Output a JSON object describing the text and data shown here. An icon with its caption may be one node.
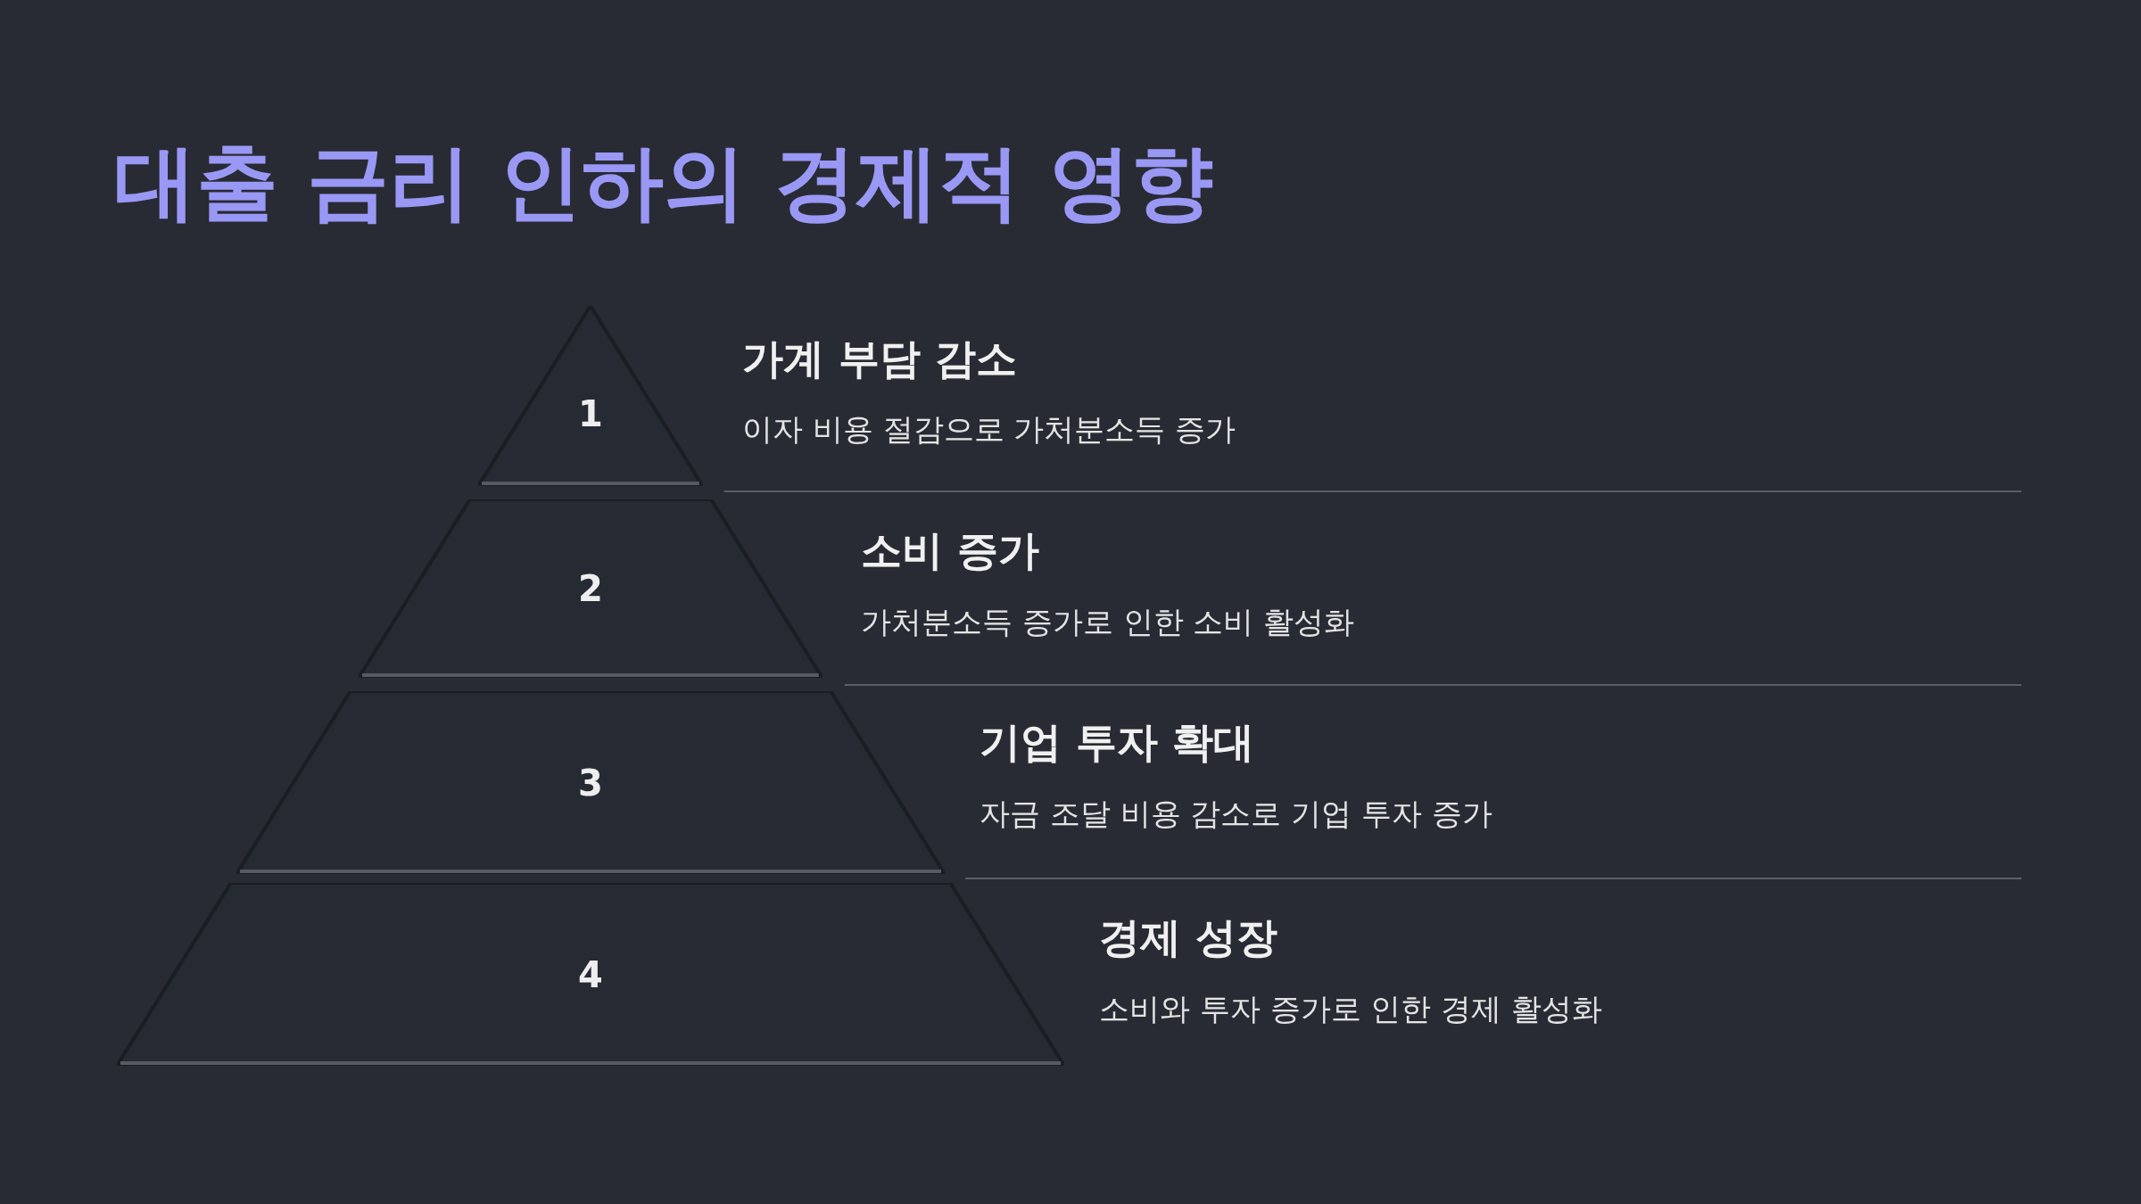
{
  "diagram": {
    "title": "대출 금리 인하의 경제적 영향",
    "nodes": [
      {
        "text": [
          "1"
        ],
        "beside": [
          "가계 부담 감소",
          "이자 비용 절감으로 가처분소득 증가"
        ]
      },
      {
        "text": [
          "2"
        ],
        "beside": [
          "소비 증가",
          "가처분소득 증가로 인한 소비 활성화"
        ]
      },
      {
        "text": [
          "3"
        ],
        "beside": [
          "기업 투자 확대",
          "자금 조달 비용 감소로 기업 투자 증가"
        ]
      },
      {
        "text": [
          "4"
        ],
        "beside": [
          "경제 성장",
          "소비와 투자 증가로 인한 경제 활성화"
        ]
      }
    ]
  }
}
